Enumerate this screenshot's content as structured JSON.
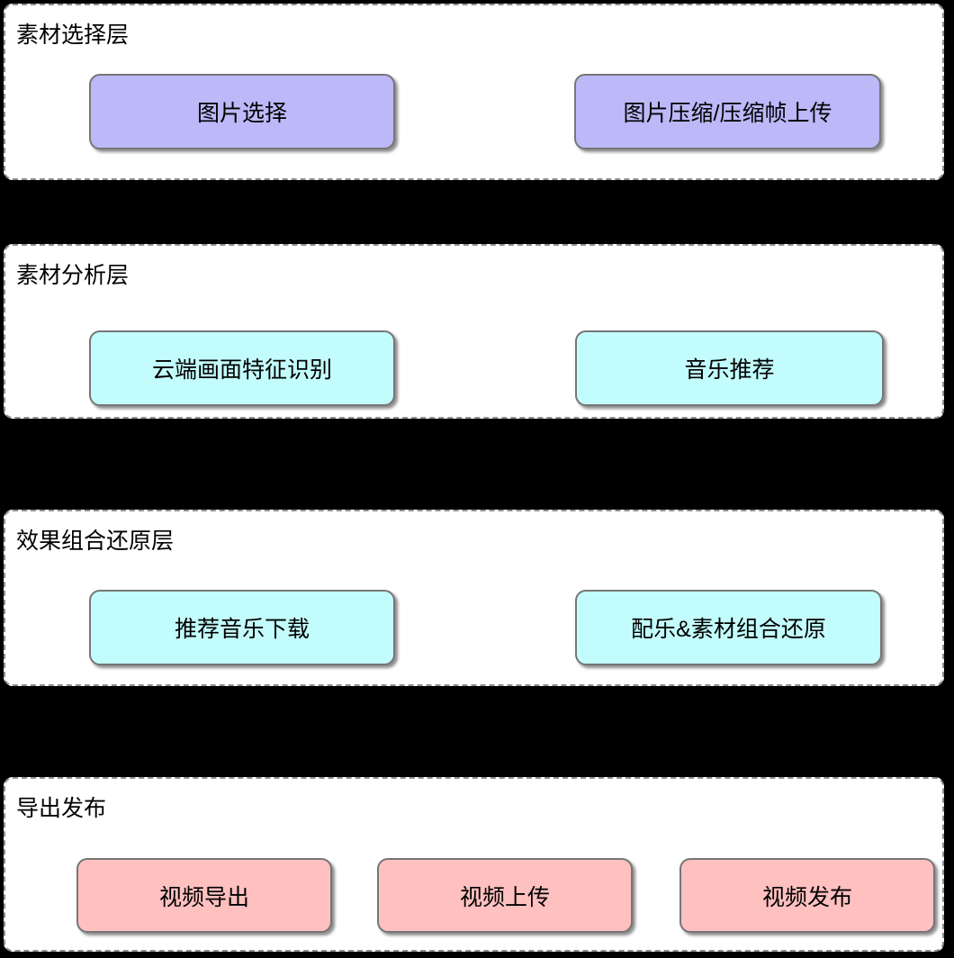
{
  "diagram": {
    "background_color": "#000000",
    "panel_background_color": "#ffffff",
    "panel_border_color": "#8f8f8f",
    "node_border_color": "#767676",
    "text_color": "#000000",
    "node_colors": {
      "purple": "#bdb8f8",
      "cyan": "#c3fcfc",
      "pink": "#ffc0c0"
    },
    "layers": [
      {
        "title": "素材选择层",
        "button_color": "#bdb8f8",
        "buttons": [
          {
            "label": "图片选择"
          },
          {
            "label": "图片压缩/压缩帧上传"
          }
        ]
      },
      {
        "title": "素材分析层",
        "button_color": "#c3fcfc",
        "buttons": [
          {
            "label": "云端画面特征识别"
          },
          {
            "label": "音乐推荐"
          }
        ]
      },
      {
        "title": "效果组合还原层",
        "button_color": "#c3fcfc",
        "buttons": [
          {
            "label": "推荐音乐下载"
          },
          {
            "label": "配乐&素材组合还原"
          }
        ]
      },
      {
        "title": "导出发布",
        "button_color": "#ffc0c0",
        "buttons": [
          {
            "label": "视频导出"
          },
          {
            "label": "视频上传"
          },
          {
            "label": "视频发布"
          }
        ]
      }
    ]
  }
}
